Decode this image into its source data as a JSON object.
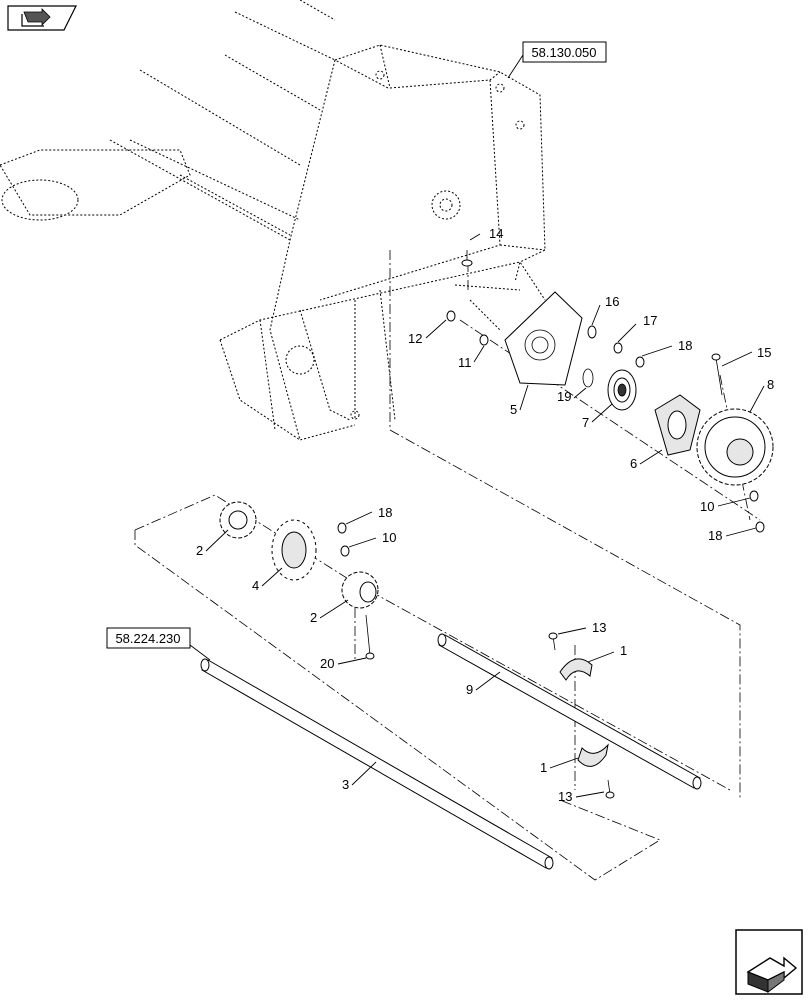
{
  "nav": {
    "top_icon": "book-arrow-icon",
    "bottom_icon": "next-page-arrow-icon"
  },
  "references": {
    "ref_top": "58.130.050",
    "ref_left": "58.224.230"
  },
  "callouts": {
    "c1a": "1",
    "c1b": "1",
    "c2a": "2",
    "c2b": "2",
    "c3": "3",
    "c4": "4",
    "c5": "5",
    "c6": "6",
    "c7": "7",
    "c8": "8",
    "c9": "9",
    "c10a": "10",
    "c10b": "10",
    "c11": "11",
    "c12": "12",
    "c13a": "13",
    "c13b": "13",
    "c14": "14",
    "c15": "15",
    "c16": "16",
    "c17": "17",
    "c18a": "18",
    "c18b": "18",
    "c18c": "18",
    "c19": "19",
    "c20": "20"
  }
}
